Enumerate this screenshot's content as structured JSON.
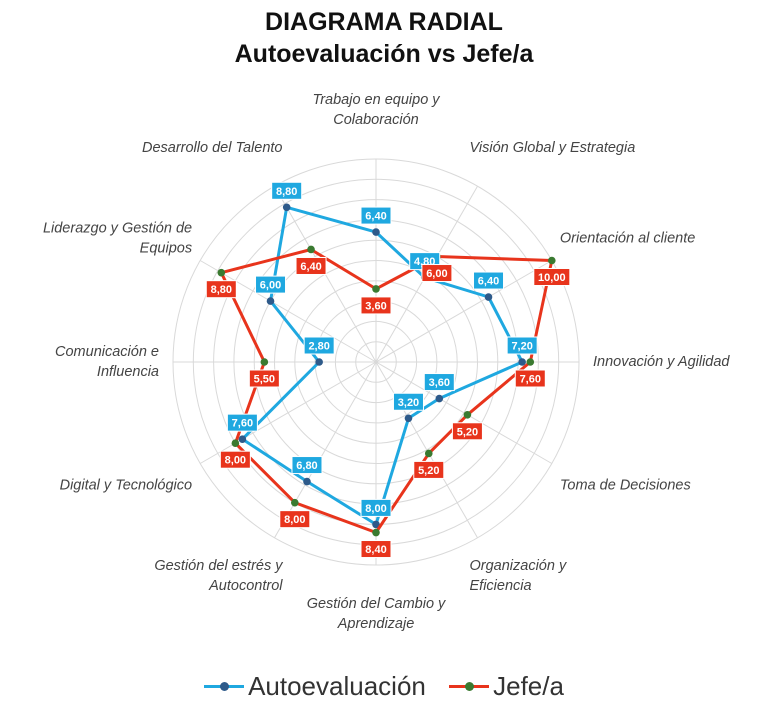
{
  "chart_data": {
    "type": "radar",
    "title": "DIAGRAMA RADIAL",
    "subtitle": "Autoevaluación vs Jefe/a",
    "categories": [
      "Trabajo en equipo y Colaboración",
      "Visión Global y Estrategia",
      "Orientación al cliente",
      "Innovación y Agilidad",
      "Toma de Decisiones",
      "Organización y Eficiencia",
      "Gestión del Cambio y Aprendizaje",
      "Gestión del estrés y Autocontrol",
      "Digital y Tecnológico",
      "Comunicación e Influencia",
      "Liderazgo y Gestión de Equipos",
      "Desarrollo del Talento"
    ],
    "category_lines": [
      [
        "Trabajo en equipo y",
        "Colaboración"
      ],
      [
        "Visión Global y Estrategia"
      ],
      [
        "Orientación al cliente"
      ],
      [
        "Innovación y Agilidad"
      ],
      [
        "Toma de Decisiones"
      ],
      [
        "Organización y",
        "Eficiencia"
      ],
      [
        "Gestión del Cambio y",
        "Aprendizaje"
      ],
      [
        "Gestión del estrés y",
        "Autocontrol"
      ],
      [
        "Digital y Tecnológico"
      ],
      [
        "Comunicación e",
        "Influencia"
      ],
      [
        "Liderazgo y Gestión de",
        "Equipos"
      ],
      [
        "Desarrollo del Talento"
      ]
    ],
    "series": [
      {
        "name": "Autoevaluación",
        "color": "#1fa8e0",
        "label_bg": "#1fa8e0",
        "marker_color": "#2e5a8a",
        "values": [
          6.4,
          4.8,
          6.4,
          7.2,
          3.6,
          3.2,
          8.0,
          6.8,
          7.6,
          2.8,
          6.0,
          8.8
        ],
        "labels": [
          "6,40",
          "4,80",
          "6,40",
          "7,20",
          "3,60",
          "3,20",
          "8,00",
          "6,80",
          "7,60",
          "2,80",
          "6,00",
          "8,80"
        ]
      },
      {
        "name": "Jefe/a",
        "color": "#e8341c",
        "label_bg": "#e8341c",
        "marker_color": "#3a7a30",
        "values": [
          3.6,
          6.0,
          10.0,
          7.6,
          5.2,
          5.2,
          8.4,
          8.0,
          8.0,
          5.5,
          8.8,
          6.4
        ],
        "labels": [
          "3,60",
          "6,00",
          "10,00",
          "7,60",
          "5,20",
          "5,20",
          "8,40",
          "8,00",
          "8,00",
          "5,50",
          "8,80",
          "6,40"
        ]
      }
    ],
    "rlim": [
      0,
      10
    ],
    "grid": true,
    "legend_position": "bottom"
  }
}
